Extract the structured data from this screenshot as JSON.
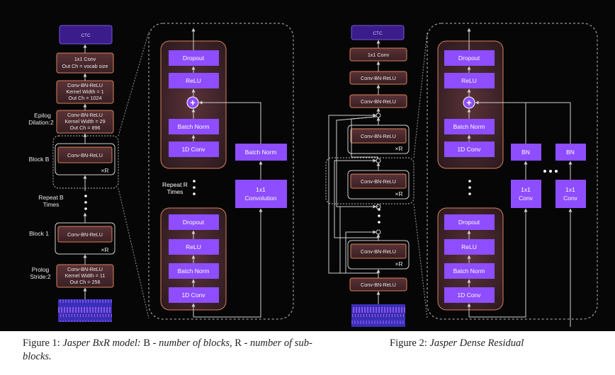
{
  "fig1": {
    "ctc": "CTC",
    "conv1x1": [
      "1x1 Conv",
      "Out Ch = vocab size"
    ],
    "epilog_a": [
      "Conv-BN-ReLU",
      "Kernel Width = 1",
      "Out Ch = 1024"
    ],
    "epilog_b": [
      "Conv-BN-ReLU",
      "Kernel Width = 29",
      "Out Ch = 896"
    ],
    "epilog_label": [
      "Epilog",
      "Dilation:2"
    ],
    "block_b_label": "Block B",
    "block_b_inner": "Conv-BN-ReLU",
    "repeat_b": [
      "Repeat B",
      "Times"
    ],
    "block_1_label": "Block 1",
    "block_1_inner": "Conv-BN-ReLU",
    "prolog": [
      "Conv-BN-ReLU",
      "Kernel Width = 11",
      "Out Ch = 256"
    ],
    "prolog_label": [
      "Prolog",
      "Stride:2"
    ],
    "times_r": "×R",
    "detail": {
      "dropout": "Dropout",
      "relu": "ReLU",
      "batch_norm": "Batch Norm",
      "conv1d": "1D Conv",
      "repeat_r": [
        "Repeat R",
        "Times"
      ],
      "residual_bn": "Batch Norm",
      "residual_conv": [
        "1x1",
        "Convolution"
      ]
    }
  },
  "fig2": {
    "ctc": "CTC",
    "conv1x1": "1x1 Conv",
    "conv_bn_relu": "Conv-BN-ReLU",
    "times_r": "×R",
    "detail": {
      "dropout": "Dropout",
      "relu": "ReLU",
      "batch_norm": "Batch Norm",
      "conv1d": "1D Conv",
      "bn": "BN",
      "conv1x1": [
        "1x1",
        "Conv"
      ]
    }
  },
  "captions": {
    "fig1": {
      "prefix": "Figure 1: ",
      "italic1": "Jasper BxR model: ",
      "b": "B",
      "mid1": " - number of blocks, ",
      "r": "R",
      "mid2": " - number of sub-blocks."
    },
    "fig2": {
      "prefix": "Figure 2: ",
      "italic": "Jasper Dense Residual"
    }
  },
  "colors": {
    "background": "#060606",
    "purple_box": "#8e4dff",
    "ctc_box": "#3a1c8a",
    "block_fill": "#3b2428",
    "orange_border": "#d9825a",
    "line": "#bdbdbd"
  }
}
